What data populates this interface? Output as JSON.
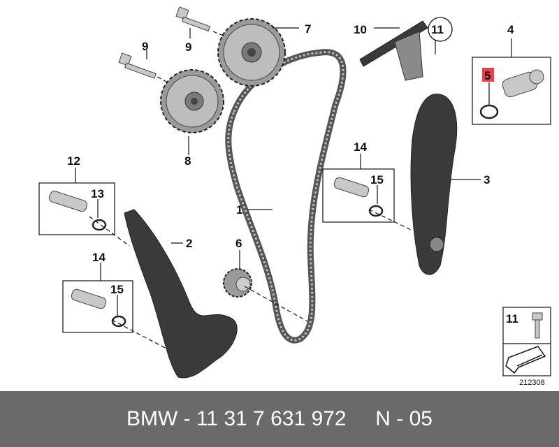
{
  "labels": {
    "p1": "1",
    "p2": "2",
    "p3": "3",
    "p4": "4",
    "p5": "5",
    "p6": "6",
    "p7": "7",
    "p8": "8",
    "p9a": "9",
    "p9b": "9",
    "p10": "10",
    "p11": "11",
    "p12": "12",
    "p13": "13",
    "p14a": "14",
    "p14b": "14",
    "p15a": "15",
    "p15b": "15",
    "legend11": "11"
  },
  "diagram_number": "212308",
  "footer": "BMW - 11 31 7 631 972     N - 05",
  "colors": {
    "highlight": "#e8424a",
    "footer_bg": "#6a6a6a"
  }
}
